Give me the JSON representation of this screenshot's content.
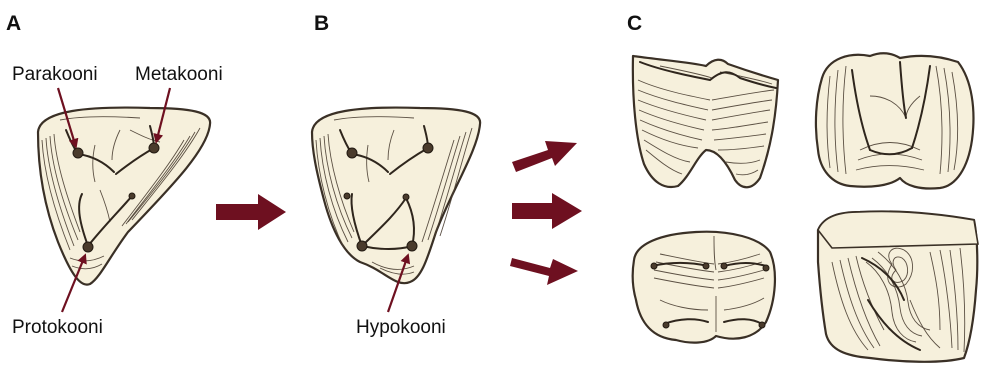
{
  "panels": {
    "a": {
      "letter": "A"
    },
    "b": {
      "letter": "B"
    },
    "c": {
      "letter": "C"
    }
  },
  "labels": {
    "parakooni": "Parakooni",
    "metakooni": "Metakooni",
    "protokooni": "Protokooni",
    "hypokooni": "Hypokooni"
  },
  "colors": {
    "arrow": "#6e1020",
    "tooth_fill": "#f6f0dc",
    "outline": "#3a3026"
  }
}
